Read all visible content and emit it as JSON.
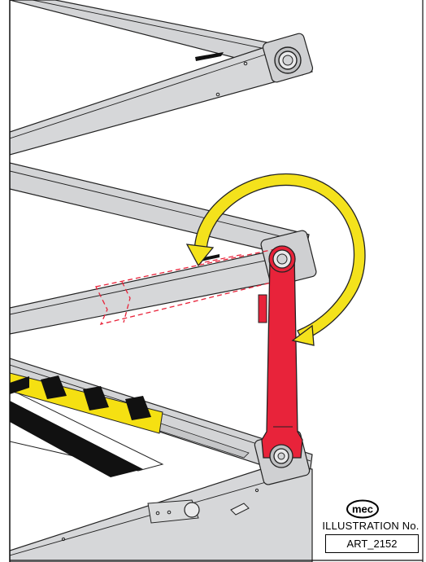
{
  "figure": {
    "logo_text": "mec",
    "illustration_label": "ILLUSTRATION No.",
    "illustration_number": "ART_2152"
  },
  "colors": {
    "frame": "#d3d4d6",
    "frame_dark": "#8d8f92",
    "arm": "#e8233a",
    "arrow": "#f4e21c",
    "hazard_yellow": "#f5e012",
    "hazard_black": "#111111"
  },
  "icons": [
    "mec-logo-icon",
    "rotation-arrow-icon"
  ]
}
